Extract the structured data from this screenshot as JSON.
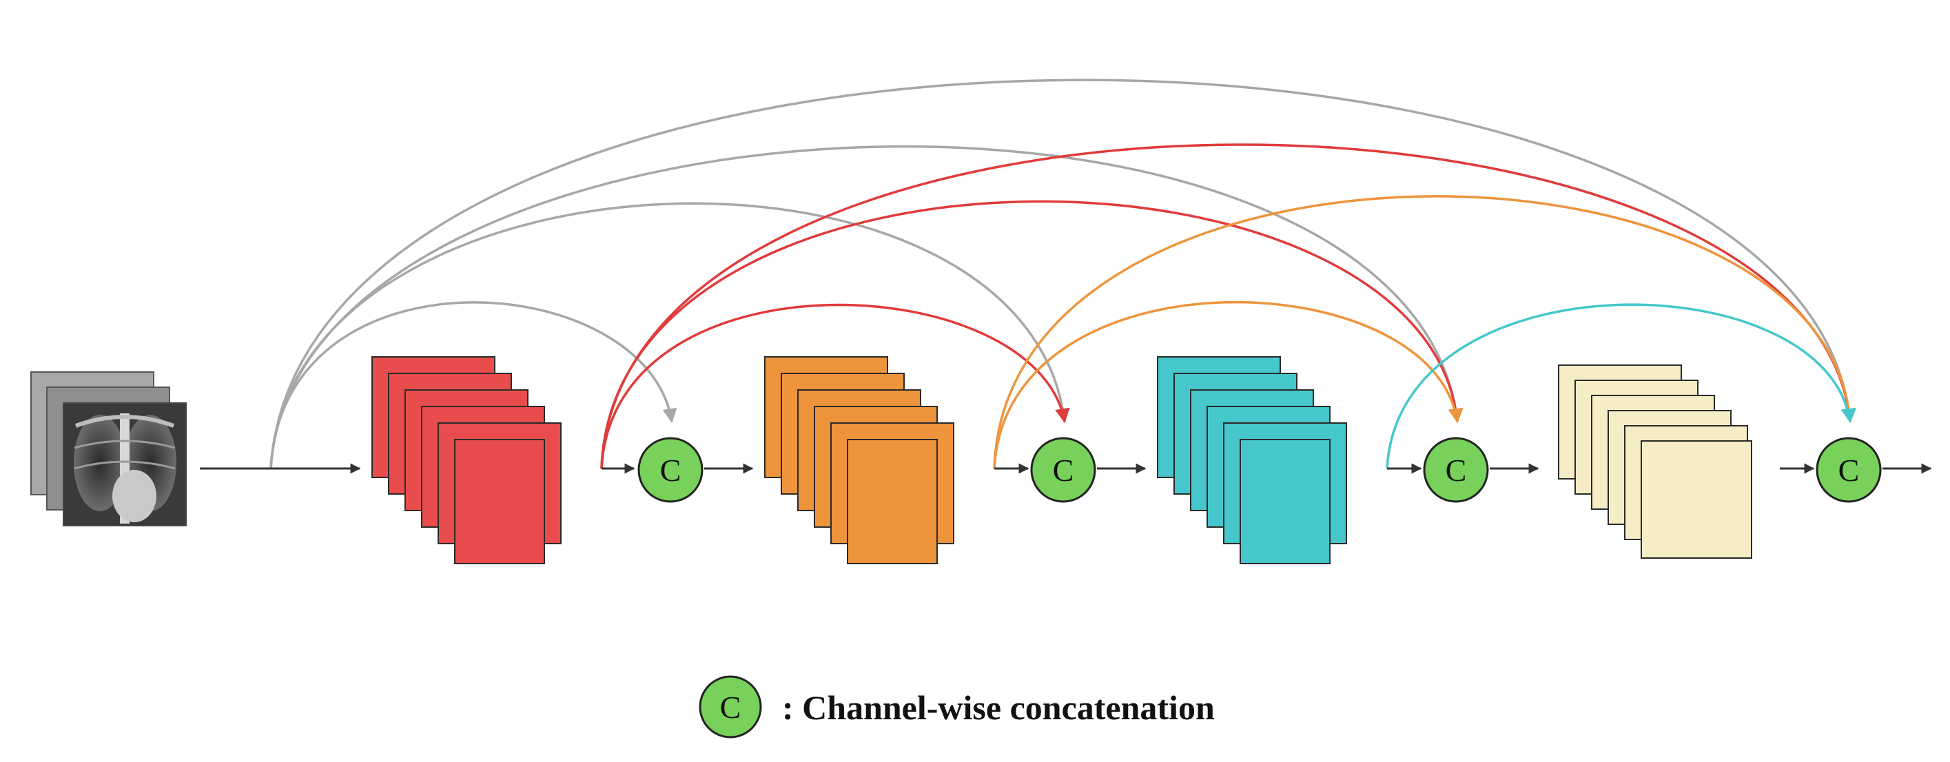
{
  "concat_symbol": "C",
  "legend": {
    "symbol": "C",
    "text": ": Channel-wise concatenation"
  },
  "colors": {
    "block1": "#e84c4c",
    "block2": "#ee943c",
    "block3": "#45c7cb",
    "block4": "#f6edc6",
    "concat_node": "#77d15a",
    "skip_input": "#a7a7a7",
    "skip_block1": "#e03b3b",
    "skip_block2": "#ee943c",
    "skip_block3": "#45c7cb",
    "main_arrow": "#333333"
  },
  "icons": {
    "input": "chest-xray-image-stack-icon"
  }
}
